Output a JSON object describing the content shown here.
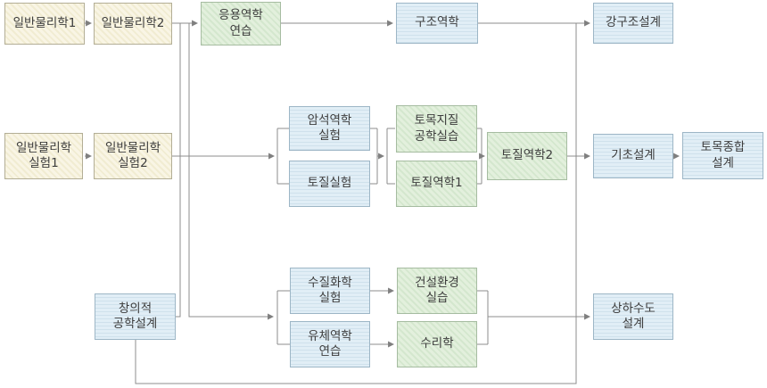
{
  "diagram": {
    "type": "flowchart",
    "description": "Civil engineering curriculum prerequisite flow diagram",
    "palette": {
      "basic_course_yellow": "#f5f0d8",
      "practice_course_green": "#dcead4",
      "major_course_blue": "#d8e8f2",
      "connector_gray": "#8c8c8c",
      "text_color": "#3d3d3d"
    },
    "nodes": [
      {
        "id": 0,
        "label": "일반물리학1",
        "style": "yellow"
      },
      {
        "id": 1,
        "label": "일반물리학2",
        "style": "yellow"
      },
      {
        "id": 2,
        "label": "응용역학\n연습",
        "style": "green"
      },
      {
        "id": 3,
        "label": "구조역학",
        "style": "blue"
      },
      {
        "id": 4,
        "label": "강구조설계",
        "style": "blue"
      },
      {
        "id": 5,
        "label": "일반물리학\n실험1",
        "style": "yellow"
      },
      {
        "id": 6,
        "label": "일반물리학\n실험2",
        "style": "yellow"
      },
      {
        "id": 7,
        "label": "암석역학\n실험",
        "style": "blue"
      },
      {
        "id": 8,
        "label": "토질실험",
        "style": "blue"
      },
      {
        "id": 9,
        "label": "토목지질\n공학실습",
        "style": "green"
      },
      {
        "id": 10,
        "label": "토질역학1",
        "style": "green"
      },
      {
        "id": 11,
        "label": "토질역학2",
        "style": "green"
      },
      {
        "id": 12,
        "label": "기초설계",
        "style": "blue"
      },
      {
        "id": 13,
        "label": "토목종합\n설계",
        "style": "blue"
      },
      {
        "id": 14,
        "label": "창의적\n공학설계",
        "style": "blue"
      },
      {
        "id": 15,
        "label": "수질화학\n실험",
        "style": "blue"
      },
      {
        "id": 16,
        "label": "유체역학\n연습",
        "style": "blue"
      },
      {
        "id": 17,
        "label": "건설환경\n실습",
        "style": "green"
      },
      {
        "id": 18,
        "label": "수리학",
        "style": "green"
      },
      {
        "id": 19,
        "label": "상하수도\n설계",
        "style": "blue"
      }
    ],
    "edges": [
      {
        "from": "일반물리학1",
        "to": "일반물리학2"
      },
      {
        "from": "일반물리학2",
        "to": "응용역학 연습"
      },
      {
        "from": "창의적 공학설계",
        "to": "응용역학 연습"
      },
      {
        "from": "일반물리학2",
        "to": "수질화학 실험 / 유체역학 연습"
      },
      {
        "from": "응용역학 연습",
        "to": "구조역학"
      },
      {
        "from": "구조역학",
        "to": "강구조설계"
      },
      {
        "from": "일반물리학 실험1",
        "to": "일반물리학 실험2"
      },
      {
        "from": "일반물리학 실험2",
        "to": "암석역학 실험 / 토질실험"
      },
      {
        "from": "암석역학 실험 + 토질실험",
        "to": "토목지질 공학실습 / 토질역학1"
      },
      {
        "from": "토목지질 공학실습 + 토질역학1",
        "to": "토질역학2"
      },
      {
        "from": "토질역학2",
        "to": "기초설계"
      },
      {
        "from": "기초설계",
        "to": "토목종합 설계"
      },
      {
        "from": "창의적 공학설계",
        "to": "강구조설계 / 기초설계 / 상하수도 설계"
      },
      {
        "from": "수질화학 실험",
        "to": "건설환경 실습"
      },
      {
        "from": "유체역학 연습",
        "to": "수리학"
      },
      {
        "from": "건설환경 실습 + 수리학",
        "to": "상하수도 설계"
      }
    ]
  }
}
